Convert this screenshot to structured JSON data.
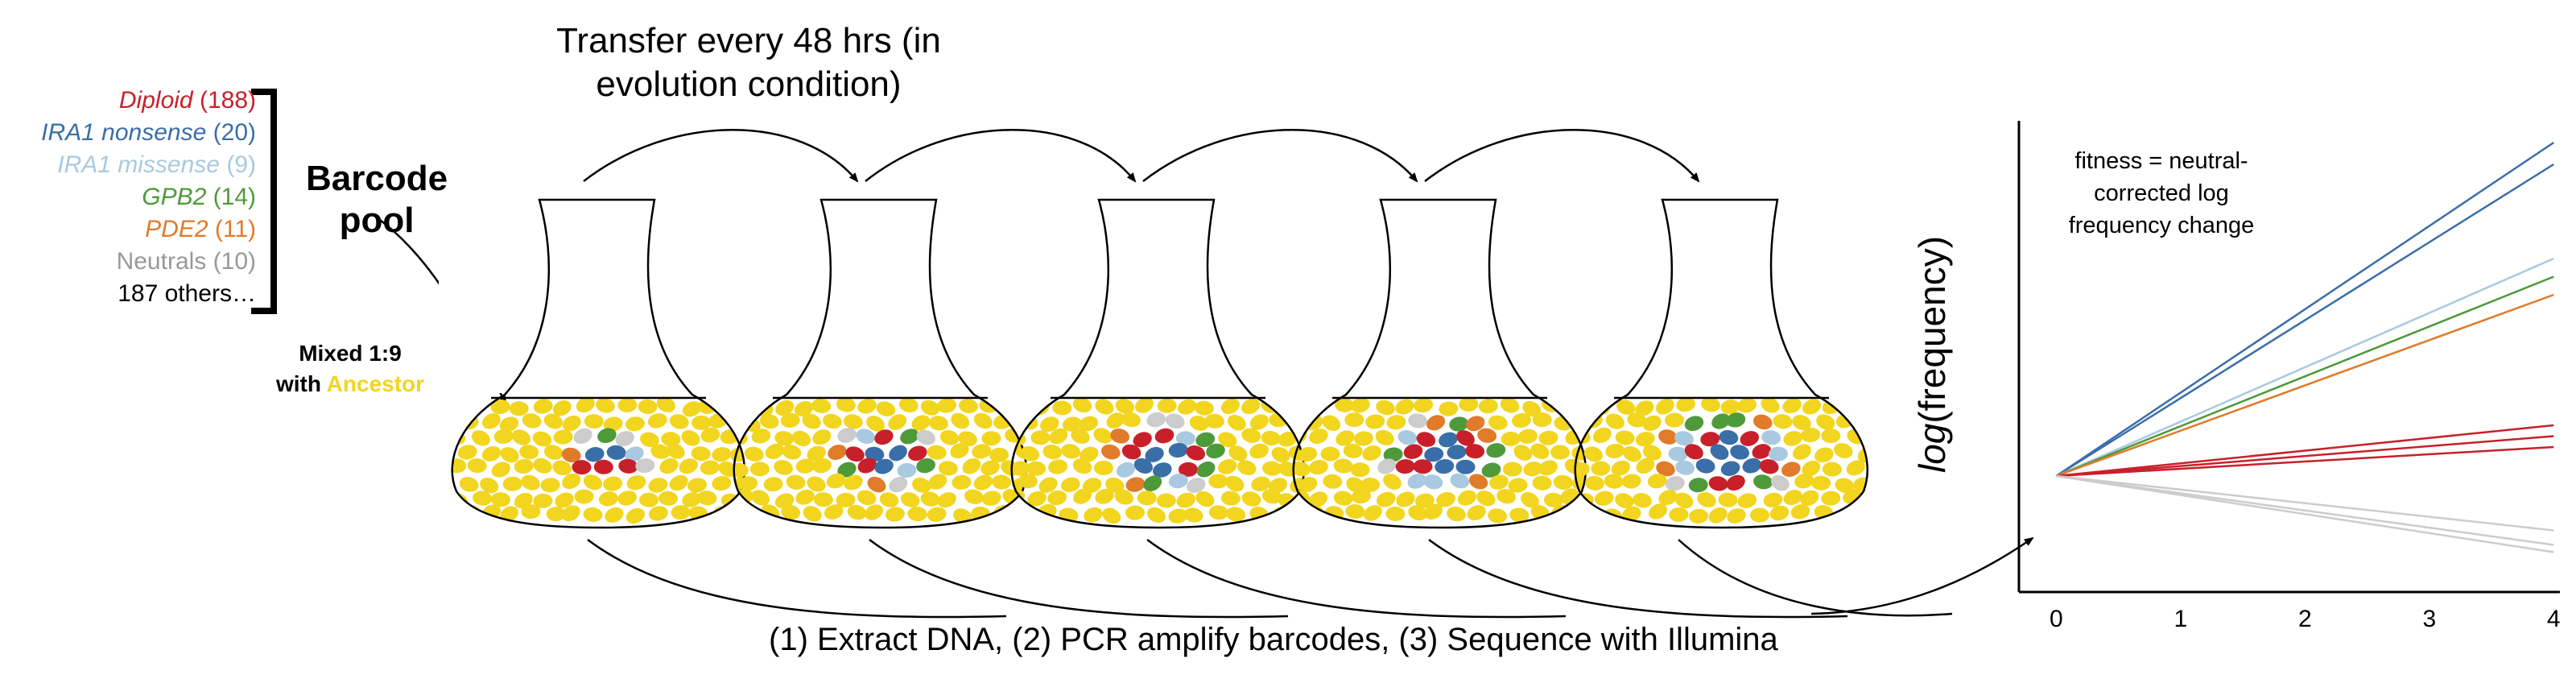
{
  "legend": [
    {
      "name": "Diploid",
      "count": "(188)",
      "italic": true,
      "color": "#c8202a"
    },
    {
      "name": "IRA1 nonsense",
      "count": "(20)",
      "italic": true,
      "color": "#3a6ea8"
    },
    {
      "name": "IRA1 missense",
      "count": "(9)",
      "italic": true,
      "color": "#a9c9e0"
    },
    {
      "name": "GPB2",
      "count": "(14)",
      "italic": true,
      "color": "#4e9a3a"
    },
    {
      "name": "PDE2",
      "count": "(11)",
      "italic": true,
      "color": "#e07b2a"
    },
    {
      "name": "Neutrals",
      "count": "(10)",
      "italic": false,
      "color": "#999999"
    },
    {
      "name": "187 others…",
      "count": "",
      "italic": false,
      "color": "#000000"
    }
  ],
  "pool": {
    "title_line1": "Barcode",
    "title_line2": "pool"
  },
  "mixed": {
    "line1": "Mixed 1:9",
    "prefix": "with ",
    "ancestor": "Ancestor",
    "ancestor_color": "#f2d51e"
  },
  "transfer": {
    "line1": "Transfer every 48 hrs (in",
    "line2": "evolution condition)"
  },
  "bottom_caption": "(1) Extract DNA,  (2) PCR amplify barcodes, (3) Sequence with Illumina",
  "chart_data": {
    "type": "line",
    "title": "",
    "annotation_line1": "fitness = neutral-corrected log",
    "annotation_line2": "frequency change",
    "ylabel_italic": "log",
    "ylabel_rest": "(frequency)",
    "xlabel": "",
    "x_ticks": [
      "0",
      "1",
      "2",
      "3",
      "4"
    ],
    "xlim": [
      -0.3,
      4.05
    ],
    "ylim": [
      -1.6,
      4.9
    ],
    "grid": false,
    "series": [
      {
        "color": "#3a6ea8",
        "x": [
          0,
          4
        ],
        "y": [
          0,
          4.6
        ]
      },
      {
        "color": "#3a6ea8",
        "x": [
          0,
          4
        ],
        "y": [
          0,
          4.3
        ]
      },
      {
        "color": "#a9c9e0",
        "x": [
          0,
          4
        ],
        "y": [
          0,
          3.0
        ]
      },
      {
        "color": "#4e9a3a",
        "x": [
          0,
          4
        ],
        "y": [
          0,
          2.75
        ]
      },
      {
        "color": "#e07b2a",
        "x": [
          0,
          4
        ],
        "y": [
          0,
          2.5
        ]
      },
      {
        "color": "#c8202a",
        "x": [
          0,
          4
        ],
        "y": [
          0,
          0.7
        ]
      },
      {
        "color": "#c8202a",
        "x": [
          0,
          4
        ],
        "y": [
          0,
          0.55
        ]
      },
      {
        "color": "#c8202a",
        "x": [
          0,
          4
        ],
        "y": [
          0,
          0.4
        ]
      },
      {
        "color": "#cccccc",
        "x": [
          0,
          4
        ],
        "y": [
          0,
          -0.75
        ]
      },
      {
        "color": "#cccccc",
        "x": [
          0,
          4
        ],
        "y": [
          0,
          -0.95
        ]
      },
      {
        "color": "#cccccc",
        "x": [
          0,
          4
        ],
        "y": [
          0,
          -1.05
        ]
      }
    ]
  },
  "colors": {
    "ancestor": "#f2d51e",
    "diploid": "#c8202a",
    "nonsense": "#3a6ea8",
    "missense": "#a9c9e0",
    "gpb2": "#4e9a3a",
    "pde2": "#e07b2a",
    "neutral": "#cccccc"
  },
  "flask_colonies": [
    {
      "blue": 2,
      "red": 3,
      "lightblue": 1,
      "green": 1,
      "orange": 1,
      "gray": 3
    },
    {
      "blue": 3,
      "red": 4,
      "lightblue": 2,
      "green": 3,
      "orange": 2,
      "gray": 3
    },
    {
      "blue": 4,
      "red": 5,
      "lightblue": 3,
      "green": 4,
      "orange": 3,
      "gray": 3
    },
    {
      "blue": 5,
      "red": 6,
      "lightblue": 4,
      "green": 4,
      "orange": 4,
      "gray": 2
    },
    {
      "blue": 6,
      "red": 7,
      "lightblue": 5,
      "green": 5,
      "orange": 4,
      "gray": 2
    }
  ]
}
